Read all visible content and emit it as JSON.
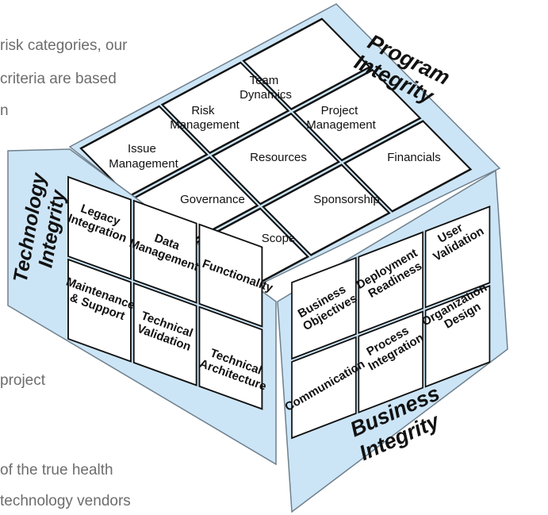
{
  "background_text": [
    "risk categories, our",
    "criteria are based",
    "n",
    "project",
    "of the true health",
    "technology vendors"
  ],
  "faces": {
    "top": {
      "title_line1": "Program",
      "title_line2": "Integrity",
      "cells": [
        [
          "Team",
          "Dynamics"
        ],
        [
          "Risk",
          "Management"
        ],
        [
          "Project",
          "Management"
        ],
        [
          "Issue",
          "Management"
        ],
        [
          "Resources"
        ],
        [
          "Financials"
        ],
        [
          "Governance"
        ],
        [
          "Sponsorship"
        ],
        [
          "Scope"
        ]
      ]
    },
    "left": {
      "title_line1": "Technology",
      "title_line2": "Integrity",
      "cells": [
        [
          "Legacy",
          "Integration"
        ],
        [
          "Data",
          "Management"
        ],
        [
          "Functionality"
        ],
        [
          "Maintenance",
          "& Support"
        ],
        [
          "Technical",
          "Validation"
        ],
        [
          "Technical",
          "Architecture"
        ]
      ]
    },
    "right": {
      "title_line1": "Business",
      "title_line2": "Integrity",
      "cells": [
        [
          "Business",
          "Objectives"
        ],
        [
          "Deployment",
          "Readiness"
        ],
        [
          "User",
          "Validation"
        ],
        [
          "Communication"
        ],
        [
          "Process",
          "Integration"
        ],
        [
          "Organization",
          "Design"
        ]
      ]
    }
  },
  "colors": {
    "face_fill": "#cce5f6",
    "cell_fill": "#ffffff",
    "text": "#111111",
    "background_text": "#6d6d6d"
  }
}
